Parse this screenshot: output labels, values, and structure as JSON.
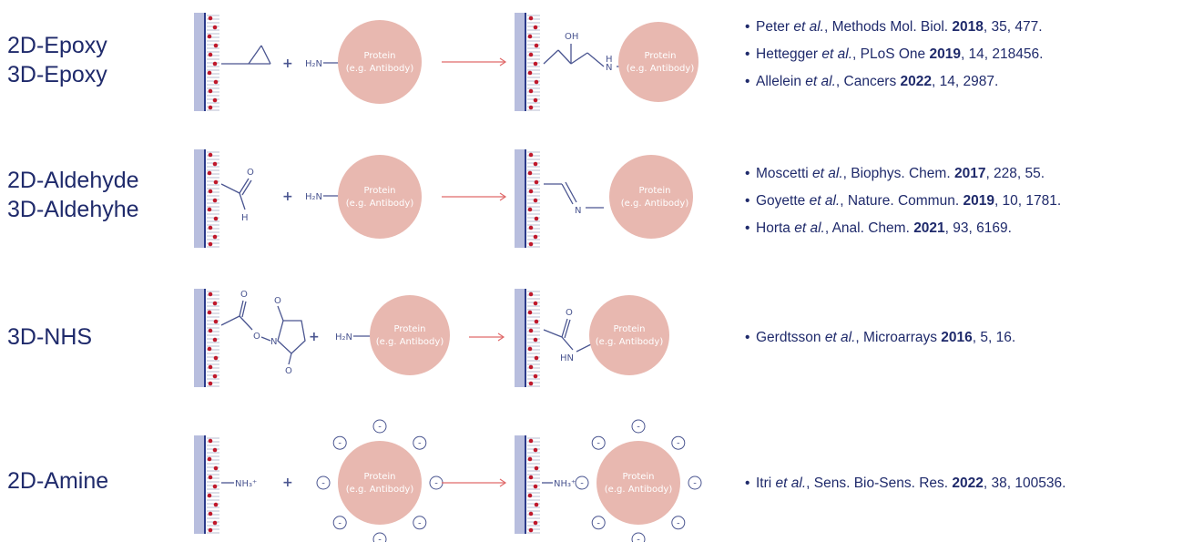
{
  "common": {
    "protein_line1": "Protein",
    "protein_line2": "(e.g. Antibody)",
    "plus": "+",
    "amine": "H₂N",
    "minus": "-"
  },
  "rows": [
    {
      "labels": [
        "2D-Epoxy",
        "3D-Epoxy"
      ],
      "chem": {
        "oh": "OH",
        "h": "H",
        "n": "N"
      },
      "refs": [
        {
          "author": "Peter ",
          "etal": "et al.",
          "journal": ", Methods Mol. Biol. ",
          "year": "2018",
          "rest": ", 35, 477."
        },
        {
          "author": "Hettegger ",
          "etal": "et al.",
          "journal": ", PLoS One ",
          "year": "2019",
          "rest": ", 14, 218456."
        },
        {
          "author": "Allelein ",
          "etal": "et al.",
          "journal": ", Cancers ",
          "year": "2022",
          "rest": ", 14, 2987."
        }
      ]
    },
    {
      "labels": [
        "2D-Aldehyde",
        "3D-Aldehyhe"
      ],
      "chem": {
        "o": "O",
        "h": "H",
        "n": "N"
      },
      "refs": [
        {
          "author": "Moscetti ",
          "etal": "et al.",
          "journal": ", Biophys. Chem. ",
          "year": "2017",
          "rest": ", 228, 55."
        },
        {
          "author": "Goyette ",
          "etal": "et al.",
          "journal": ", Nature. Commun. ",
          "year": "2019",
          "rest": ", 10, 1781."
        },
        {
          "author": "Horta ",
          "etal": "et al.",
          "journal": ", Anal. Chem. ",
          "year": "2021",
          "rest": ", 93, 6169."
        }
      ]
    },
    {
      "labels": [
        "3D-NHS"
      ],
      "chem": {
        "o": "O",
        "n": "N",
        "hn": "HN"
      },
      "refs": [
        {
          "author": "Gerdtsson ",
          "etal": "et al.",
          "journal": ", Microarrays ",
          "year": "2016",
          "rest": ", 5, 16."
        }
      ]
    },
    {
      "labels": [
        "2D-Amine"
      ],
      "chem": {
        "nh3": "NH₃⁺"
      },
      "refs": [
        {
          "author": "Itri ",
          "etal": "et al.",
          "journal": ", Sens. Bio-Sens. Res. ",
          "year": "2022",
          "rest": ", 38, 100536."
        }
      ]
    }
  ],
  "colors": {
    "text": "#1f2a6b",
    "protein": "#e8b8b0",
    "arrow": "#e06a6a",
    "surface": "#b8bede",
    "surface_line": "#2a3a8a",
    "dot": "#c0182b",
    "chem": "#4a5590"
  }
}
